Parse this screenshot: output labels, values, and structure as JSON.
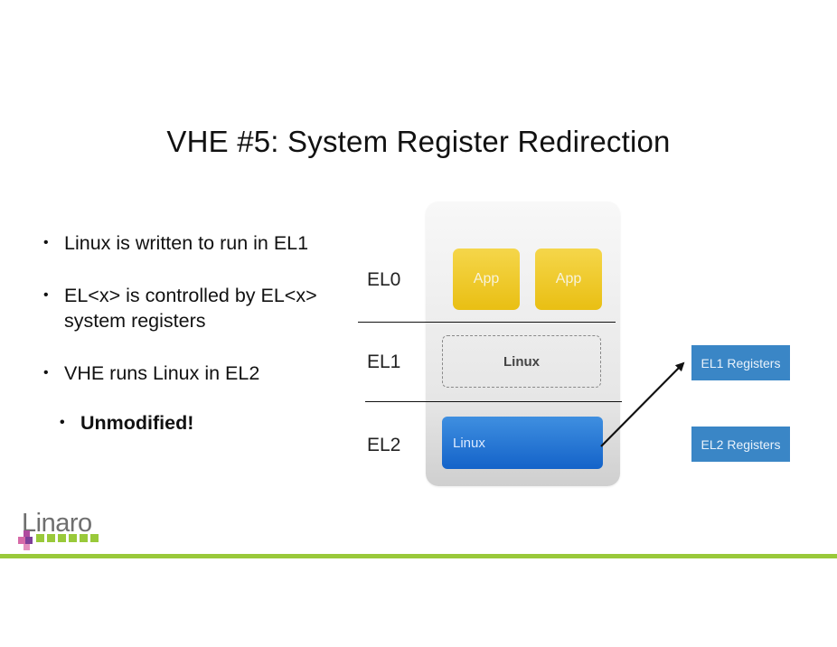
{
  "slide": {
    "title": "VHE #5: System Register Redirection"
  },
  "bullets": [
    {
      "text": "Linux is written to run in EL1"
    },
    {
      "text": "EL<x> is controlled by EL<x> system registers"
    },
    {
      "text": "VHE runs Linux in EL2"
    }
  ],
  "sub_bullet": {
    "text": "Unmodified!"
  },
  "bullet_glyph": "•",
  "diagram": {
    "levels": [
      "EL0",
      "EL1",
      "EL2"
    ],
    "apps": [
      "App",
      "App"
    ],
    "linux_el1": "Linux",
    "linux_el2": "Linux",
    "registers": [
      "EL1 Registers",
      "EL2 Registers"
    ],
    "colors": {
      "app": "#e9bf13",
      "linux_el2": "#1463c9",
      "register": "#3a86c6"
    }
  },
  "logo": {
    "text": "Linaro",
    "accent": "#99c93a"
  }
}
